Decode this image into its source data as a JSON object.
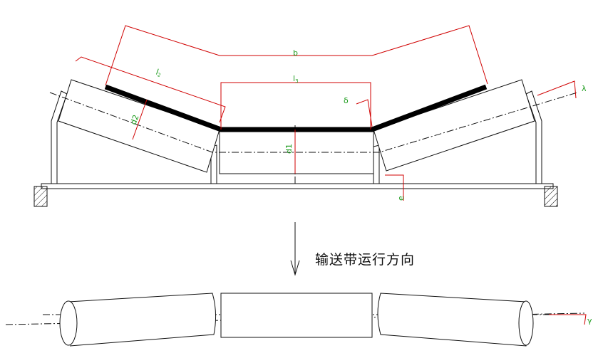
{
  "labels": {
    "b": "b",
    "l2": "l",
    "l2_sub": "2",
    "l3": "l",
    "l3_sub": "3",
    "delta": "δ",
    "lambda": "λ",
    "d2": "d2",
    "d1": "d1",
    "e": "e",
    "gamma": "γ"
  },
  "direction_text": "输送带运行方向",
  "colors": {
    "line": "#111111",
    "dimension": "#d00000",
    "label": "#1a9a1a",
    "belt": "#000000"
  }
}
